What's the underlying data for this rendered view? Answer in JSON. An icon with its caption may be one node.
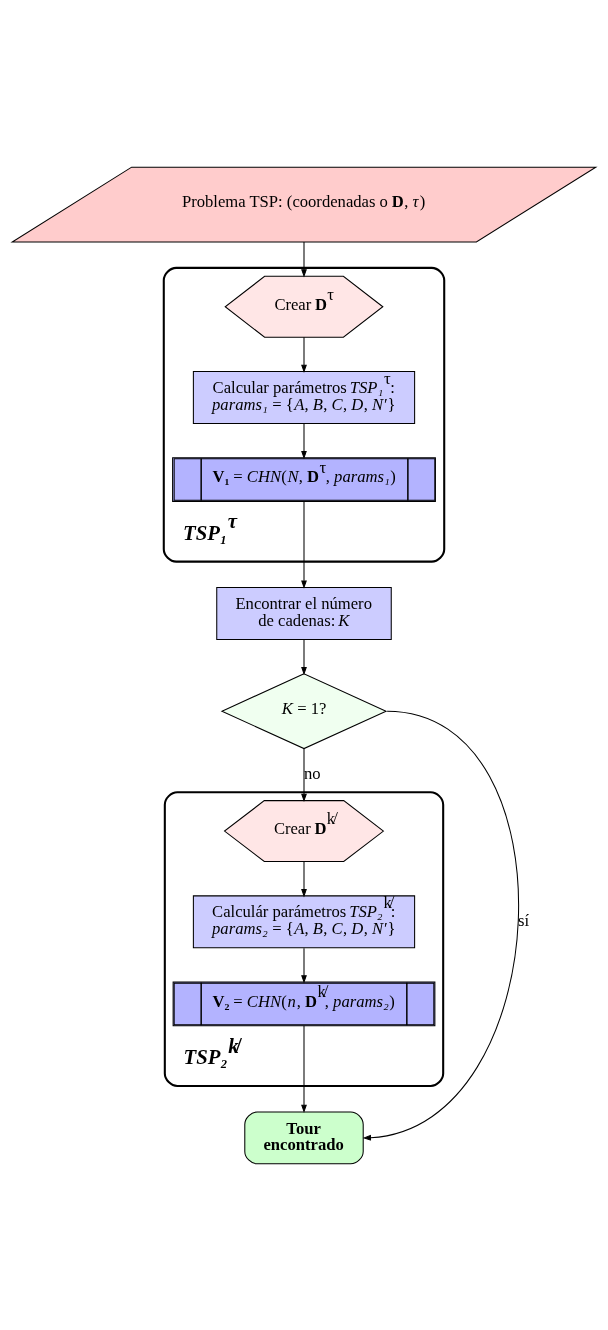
{
  "diagram": {
    "nodes": [
      {
        "text": [
          "Problema TSP: (coordenadas o **D**, *τ*)"
        ]
      },
      {
        "text": [
          "TSP₁$^{τ}$"
        ]
      },
      {
        "text": [
          "Crear **D**$^{τ}$"
        ],
        "in": 1
      },
      {
        "text": [
          "Calcular parámetros *TSP₁*$^{τ}$:",
          "*params₁* = {*A*, *B*, *C*, *D*, *N′*}"
        ],
        "in": 1
      },
      {
        "text": [
          "**V₁** = *CHN*(*N*, **D**$^{τ}$, *params₁*)"
        ],
        "in": 1
      },
      {
        "text": [
          "Encontrar el número de cadenas: *K*"
        ]
      },
      {
        "text": [
          "*K* = 1?"
        ]
      },
      {
        "text": [
          "TSP₂$^{k̸}$"
        ]
      },
      {
        "text": [
          "Crear **D**$^{k̸}$"
        ],
        "in": 7
      },
      {
        "text": [
          "Calculár parámetros *TSP₂*$^{k̸}$:",
          "*params₂* = {*A*, *B*, *C*, *D*, *N′*}"
        ],
        "in": 7
      },
      {
        "text": [
          "**V₂** = *CHN*(*n*, **D**$^{k̸}$, *params₂*)"
        ],
        "in": 7
      },
      {
        "text": [
          "Tour encontrado"
        ]
      }
    ],
    "edges": [
      {
        "from": 0,
        "to": 2,
        "arrow": "to"
      },
      {
        "from": 2,
        "to": 3,
        "arrow": "to"
      },
      {
        "from": 3,
        "to": 4,
        "arrow": "to"
      },
      {
        "from": 4,
        "to": 5,
        "arrow": "to"
      },
      {
        "from": 5,
        "to": 6,
        "arrow": "to"
      },
      {
        "from": 6,
        "to": 11,
        "label": "sí",
        "arrow": "to"
      },
      {
        "from": 6,
        "to": 8,
        "label": "no",
        "arrow": "to"
      },
      {
        "from": 8,
        "to": 9,
        "arrow": "to"
      },
      {
        "from": 9,
        "to": 10,
        "arrow": "to"
      },
      {
        "from": 10,
        "to": 11,
        "arrow": "to"
      }
    ]
  }
}
